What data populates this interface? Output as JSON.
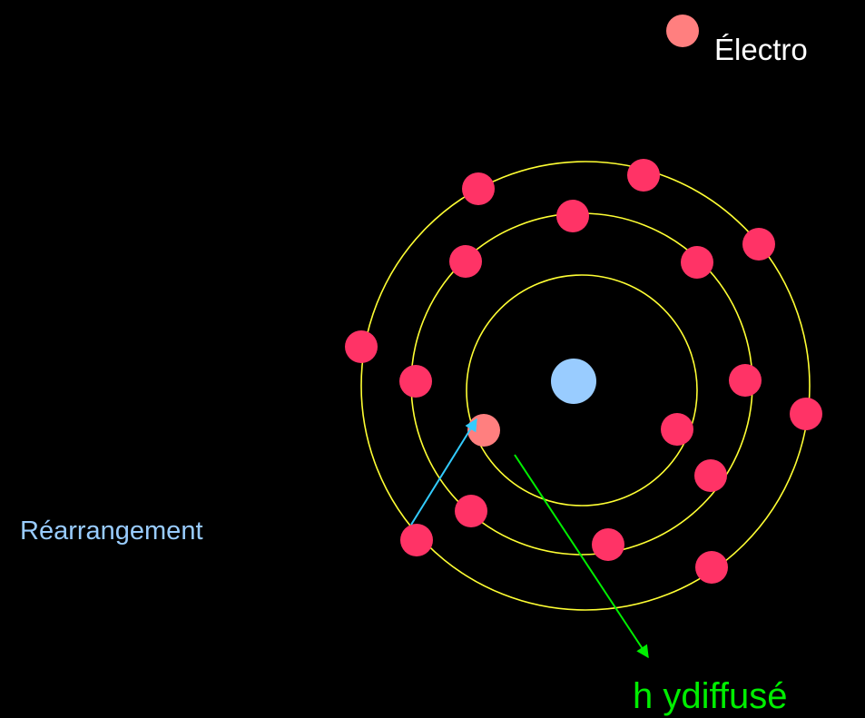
{
  "legend": {
    "electron_label": "Électro",
    "electron_color": "#ff7f7f"
  },
  "labels": {
    "rearrangement": "Réarrangement",
    "diffused_photon": "h ydiffusé"
  },
  "colors": {
    "background": "#000000",
    "orbit": "#ffff33",
    "electron": "#ff3366",
    "vacancy_electron": "#ff7f7f",
    "nucleus": "#99ccff",
    "rearrangement_arrow": "#33ccff",
    "rearrangement_text": "#99ccff",
    "photon_arrow": "#00ee00",
    "photon_text": "#00ee00"
  }
}
